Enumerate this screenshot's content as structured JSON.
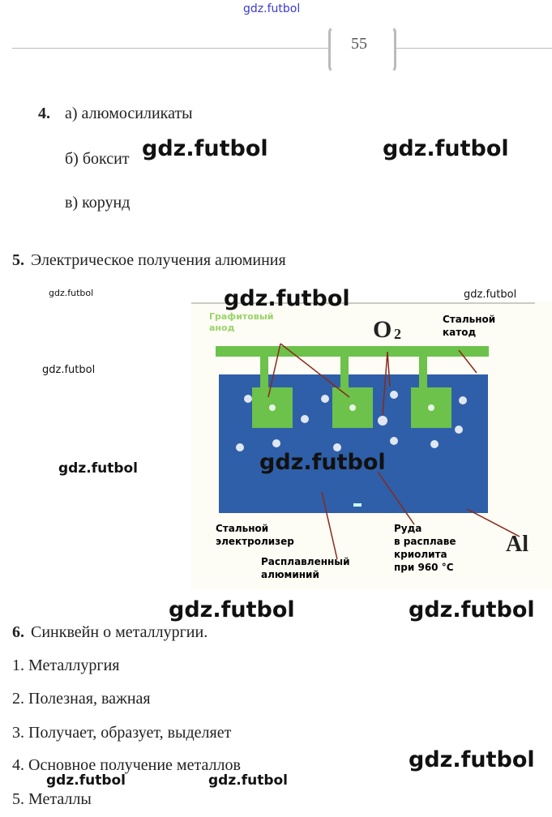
{
  "header": {
    "site": "gdz.futbol",
    "page_number": "55"
  },
  "task4": {
    "num": "4.",
    "items": [
      "а) алюмосиликаты",
      "б) боксит",
      "в) корунд"
    ]
  },
  "task5": {
    "num": "5.",
    "title": "Электрическое получения алюминия",
    "diagram": {
      "anode": [
        "Графитовый",
        "анод"
      ],
      "o2": "O",
      "o2_sub": "2",
      "cathode": [
        "Стальной",
        "катод"
      ],
      "electrolyzer": [
        "Стальной",
        "электролизер"
      ],
      "molten_al": [
        "Расплавленный",
        "алюминий"
      ],
      "ore": [
        "Руда",
        "в расплаве",
        "криолита",
        "при 960 °C"
      ],
      "al": "Al"
    }
  },
  "task6": {
    "num": "6.",
    "title": "Синквейн о металлургии.",
    "lines": [
      "1. Металлургия",
      "2. Полезная, важная",
      "3. Получает, образует, выделяет",
      "4. Основное получение металлов",
      "5. Металлы"
    ]
  },
  "watermark": "gdz.futbol",
  "colors": {
    "blue": "#2f5fa8",
    "green": "#6cc24a",
    "yellow": "#f7e88a",
    "orange": "#f6cf8e"
  }
}
